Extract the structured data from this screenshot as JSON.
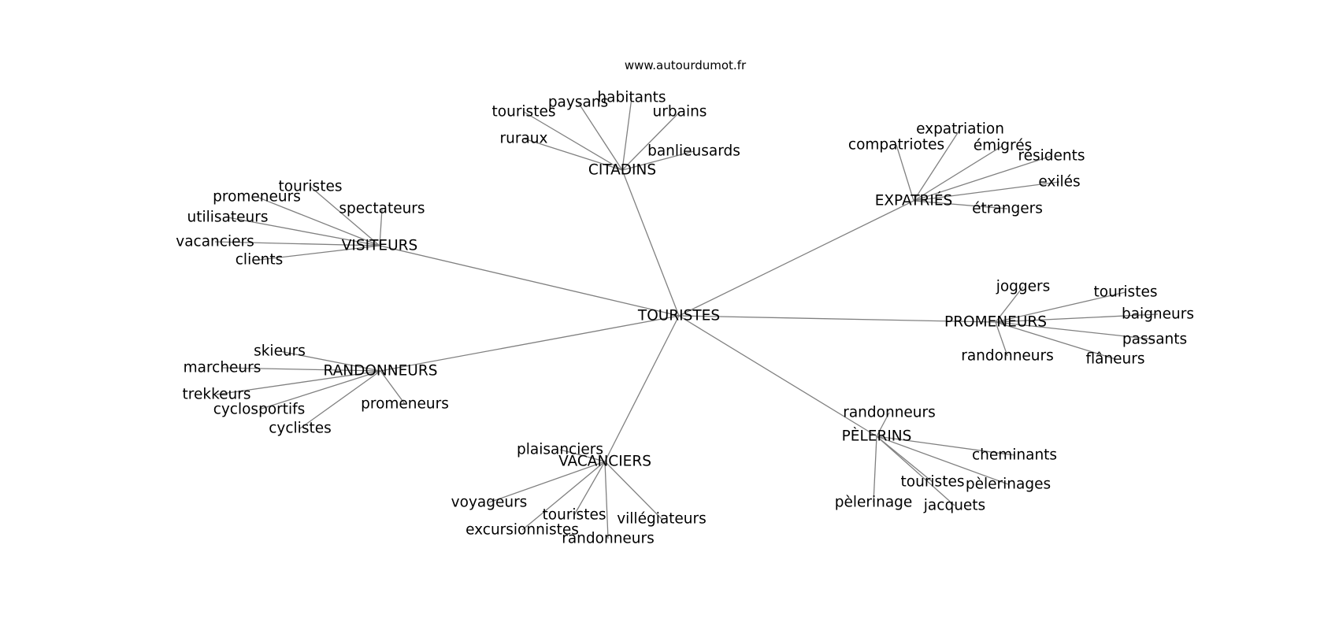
{
  "source": "www.autourdumot.fr",
  "colors": {
    "edge": "#808080",
    "text": "#000000",
    "background": "#ffffff"
  },
  "graph": {
    "center": {
      "label": "TOURISTES"
    },
    "clusters": [
      {
        "label": "CITADINS",
        "leaves": [
          "touristes",
          "paysans",
          "habitants",
          "urbains",
          "ruraux",
          "banlieusards"
        ]
      },
      {
        "label": "EXPATRIÉS",
        "leaves": [
          "expatriation",
          "compatriotes",
          "émigrés",
          "résidents",
          "exilés",
          "étrangers"
        ]
      },
      {
        "label": "VISITEURS",
        "leaves": [
          "touristes",
          "promeneurs",
          "utilisateurs",
          "spectateurs",
          "vacanciers",
          "clients"
        ]
      },
      {
        "label": "PROMENEURS",
        "leaves": [
          "joggers",
          "touristes",
          "baigneurs",
          "passants",
          "randonneurs",
          "flâneurs"
        ]
      },
      {
        "label": "RANDONNEURS",
        "leaves": [
          "skieurs",
          "marcheurs",
          "trekkeurs",
          "cyclosportifs",
          "cyclistes",
          "promeneurs"
        ]
      },
      {
        "label": "PÈLERINS",
        "leaves": [
          "randonneurs",
          "cheminants",
          "touristes",
          "pèlerinages",
          "pèlerinage",
          "jacquets"
        ]
      },
      {
        "label": "VACANCIERS",
        "leaves": [
          "plaisanciers",
          "voyageurs",
          "touristes",
          "villégiateurs",
          "excursionnistes",
          "randonneurs"
        ]
      }
    ]
  }
}
